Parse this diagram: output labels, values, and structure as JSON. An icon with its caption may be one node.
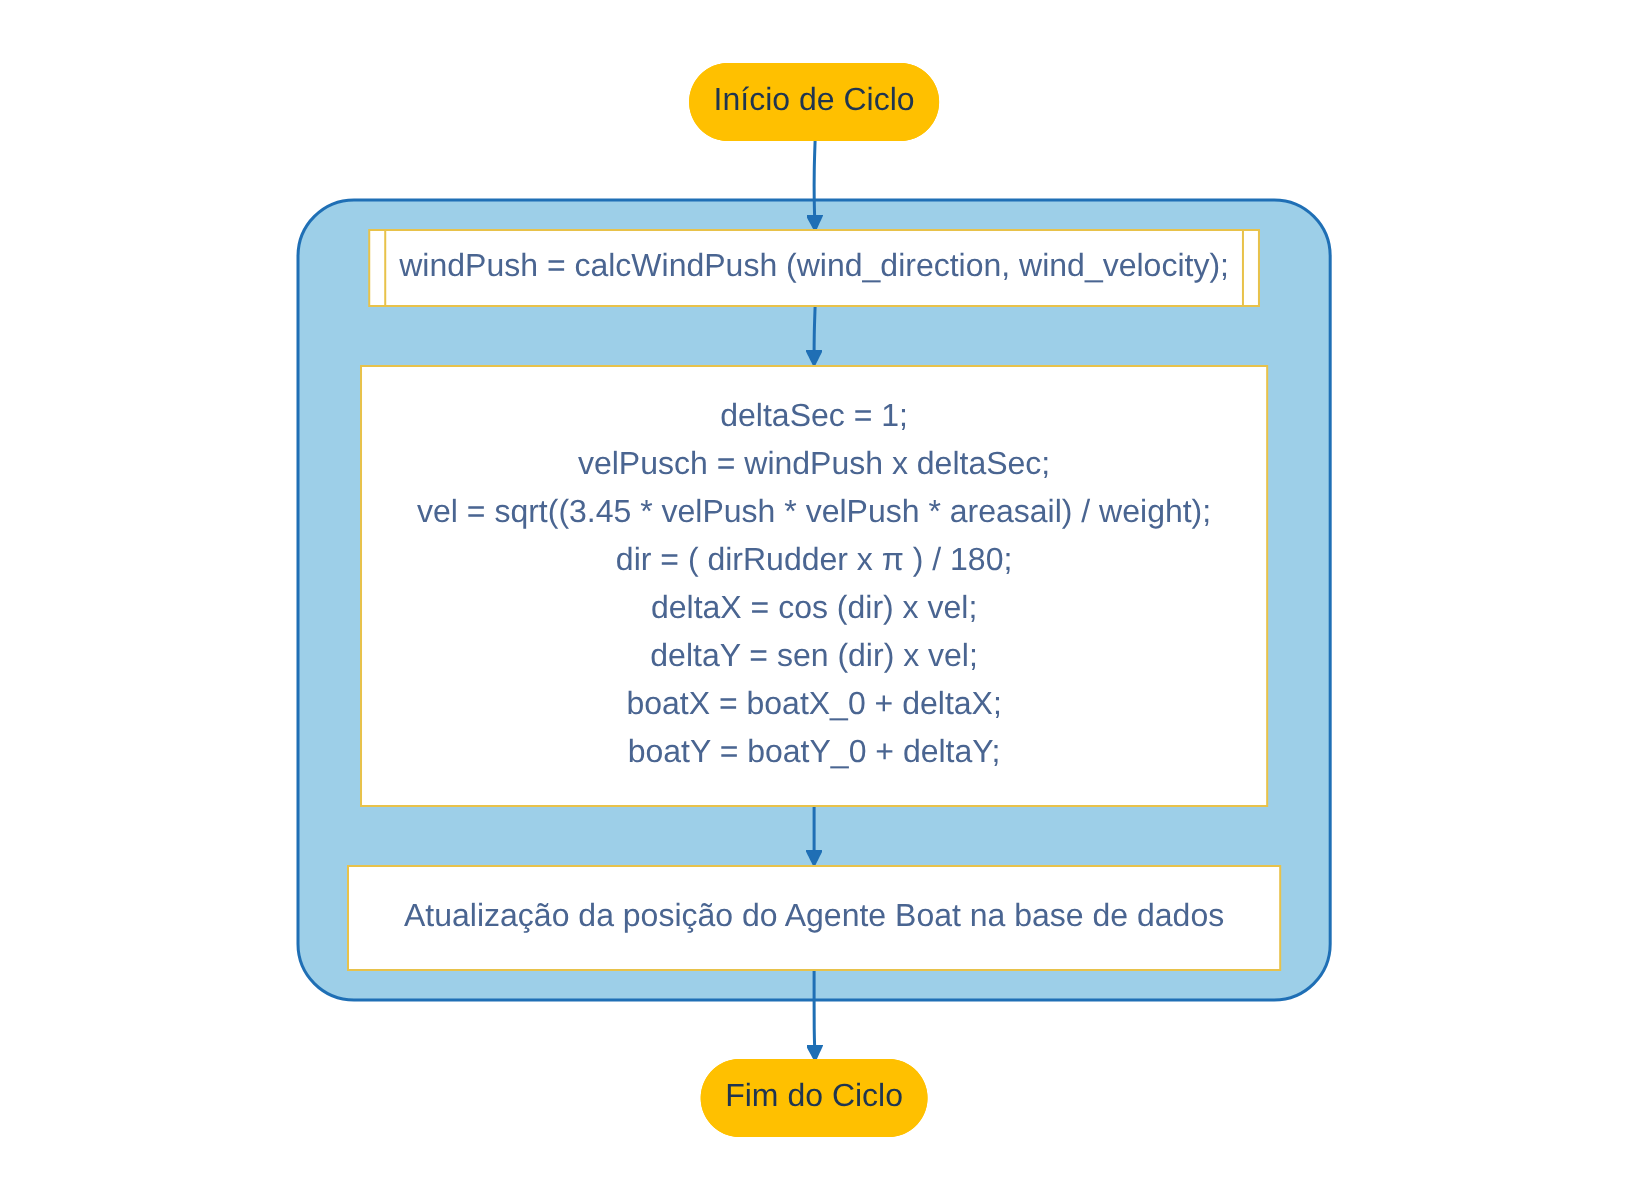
{
  "diagram": {
    "nodes": [
      {
        "text": [
          "Início de Ciclo"
        ]
      },
      {
        "text": [],
        "shape": "box"
      },
      {
        "text": [
          "windPush = calcWindPush (wind_direction, wind_velocity);"
        ],
        "in": 1
      },
      {
        "text": [
          "deltaSec = 1;",
          "velPusch = windPush x deltaSec;",
          "vel = sqrt((3.45 * velPush * velPush * areasail) / weight);",
          "dir = ( dirRudder x π ) / 180;",
          "deltaX = cos (dir) x vel;",
          "deltaY = sen (dir) x vel;",
          "boatX = boatX_0 + deltaX;",
          "boatY = boatY_0 + deltaY;"
        ],
        "in": 1
      },
      {
        "text": [
          "Atualização da posição do Agente Boat na base de dados"
        ],
        "in": 1
      },
      {
        "text": [
          "Fim do Ciclo"
        ]
      }
    ],
    "edges": [
      {
        "from": 0,
        "to": 2,
        "arrow": "to"
      },
      {
        "from": 2,
        "to": 3,
        "arrow": "to"
      },
      {
        "from": 3,
        "to": 4,
        "arrow": "to"
      },
      {
        "from": 4,
        "to": 5,
        "arrow": "to"
      }
    ]
  }
}
